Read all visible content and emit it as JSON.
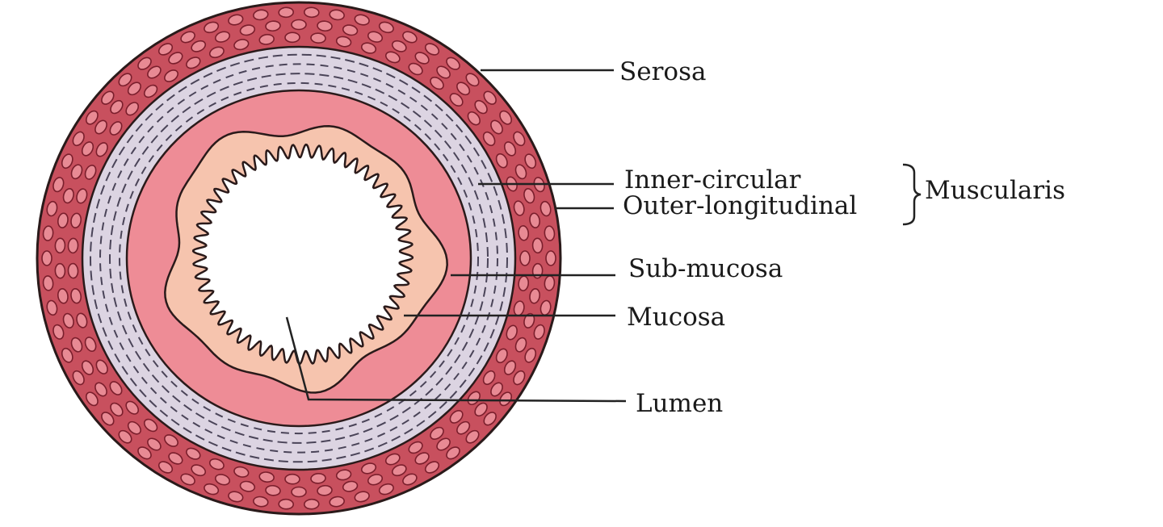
{
  "labels": {
    "serosa": "Serosa",
    "inner_circular": "Inner-circular",
    "outer_longitudinal": "Outer-longitudinal",
    "muscularis": "Muscularis",
    "sub_mucosa": "Sub-mucosa",
    "mucosa": "Mucosa",
    "lumen": "Lumen"
  },
  "colors": {
    "serosa": "#c8505e",
    "serosa_cells": "#e88a94",
    "serosa_cell_stroke": "#7a1e2c",
    "muscularis": "#dcd4e2",
    "muscularis_dash": "#4a4458",
    "sub_mucosa": "#ee8c96",
    "mucosa": "#f6c4ae",
    "lumen": "#ffffff",
    "outline": "#2a1a1a"
  }
}
